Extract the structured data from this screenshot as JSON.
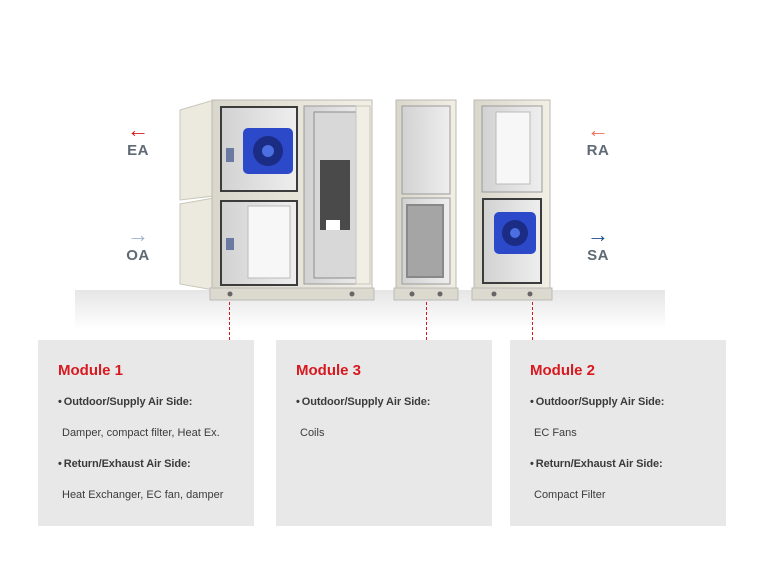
{
  "flows": {
    "ea": {
      "label": "EA",
      "glyph": "←",
      "color": "#d7191f"
    },
    "oa": {
      "label": "OA",
      "glyph": "→",
      "color": "#9fb4d0"
    },
    "ra": {
      "label": "RA",
      "glyph": "←",
      "color": "#ee6e55"
    },
    "sa": {
      "label": "SA",
      "glyph": "→",
      "color": "#1d4f8c"
    }
  },
  "modules": [
    {
      "title": "Module 1",
      "sides": [
        {
          "heading": "Outdoor/Supply Air Side:",
          "detail": "Damper, compact filter, Heat Ex."
        },
        {
          "heading": "Return/Exhaust Air Side:",
          "detail": "Heat Exchanger, EC fan, damper"
        }
      ]
    },
    {
      "title": "Module 3",
      "sides": [
        {
          "heading": "Outdoor/Supply Air Side:",
          "detail": "Coils"
        }
      ]
    },
    {
      "title": "Module 2",
      "sides": [
        {
          "heading": "Outdoor/Supply Air Side:",
          "detail": "EC Fans"
        },
        {
          "heading": "Return/Exhaust Air Side:",
          "detail": "Compact Filter"
        }
      ]
    }
  ],
  "colors": {
    "accent": "#d7191f",
    "card": "#e8e8e8",
    "unit_body": "#e9e6dc",
    "fan": "#2b49c9"
  }
}
